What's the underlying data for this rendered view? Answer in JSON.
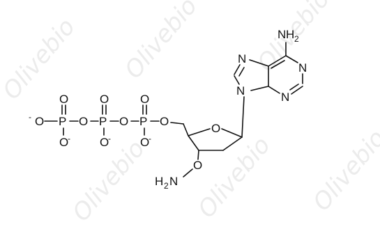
{
  "watermark": "Olivebio",
  "atoms": {
    "amine_n": "N",
    "amine_h": "H",
    "amine_sub": "2",
    "n_upper_right": "N",
    "n_lower_right": "N",
    "n_five_ring_top": "N",
    "n_nine": "N",
    "ring_oxygen": "O",
    "oxyamine_o": "O",
    "oxyamine_h": "H",
    "oxyamine_sub": "2",
    "oxyamine_n": "N",
    "phosphate_p1": "P",
    "phosphate_p2": "P",
    "phosphate_p3": "P",
    "bridge_o1": "O",
    "bridge_o2": "O",
    "bridge_o3": "O",
    "terminal_o": "O",
    "terminal_charge": "-",
    "top_o1": "O",
    "top_o2": "O",
    "top_o3": "O",
    "bottom_o1": "O",
    "bottom_o2": "O",
    "bottom_o3": "O",
    "bottom_charge1": "-",
    "bottom_charge2": "-",
    "bottom_charge3": "-"
  }
}
